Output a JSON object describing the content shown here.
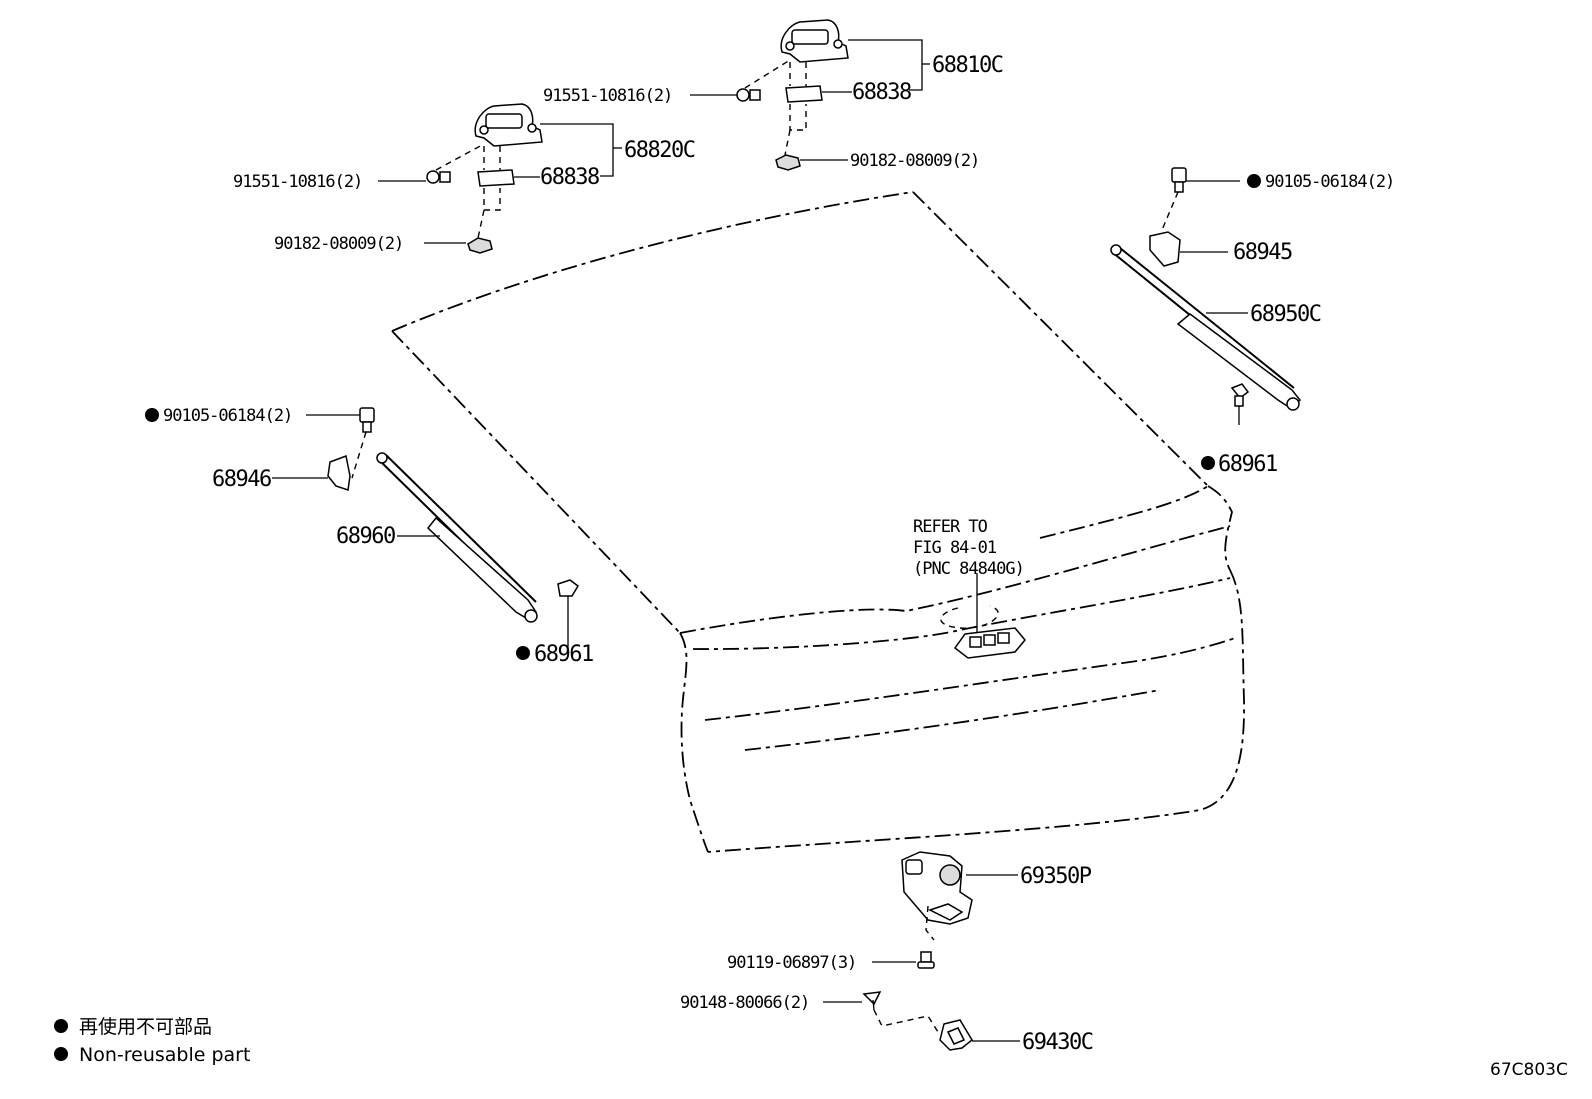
{
  "labels": {
    "hinge_right": "68810C",
    "hinge_left": "68820C",
    "spacer_right": "68838",
    "spacer_left": "68838",
    "bolt_hinge_right": "91551-10816(2)",
    "bolt_hinge_left": "91551-10816(2)",
    "nut_right": "90182-08009(2)",
    "nut_left": "90182-08009(2)",
    "bolt_stay_right": "90105-06184(2)",
    "bolt_stay_left": "90105-06184(2)",
    "bracket_right": "68945",
    "bracket_left": "68946",
    "stay_right": "68950C",
    "stay_left": "68960",
    "ball_stud_right": "68961",
    "ball_stud_left": "68961",
    "refer_line1": "REFER TO",
    "refer_line2": "FIG 84-01",
    "refer_line3": "(PNC 84840G)",
    "lock": "69350P",
    "screw_lock": "90119-06897(3)",
    "screw_striker": "90148-80066(2)",
    "striker": "69430C"
  },
  "legend": {
    "line1": "再使用不可部品",
    "line2": "Non-reusable part"
  },
  "figure_code": "67C803C",
  "colors": {
    "line": "#000000",
    "background": "#ffffff"
  }
}
